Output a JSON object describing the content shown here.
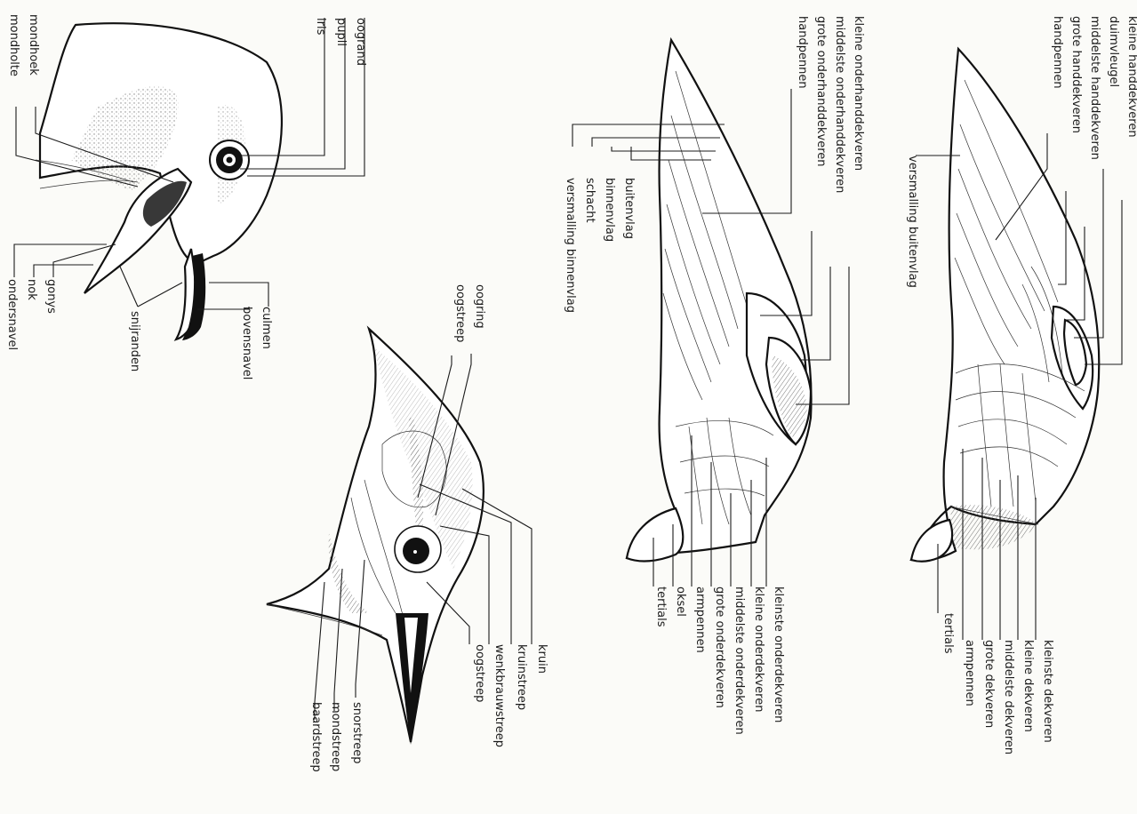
{
  "head_large": {
    "oogrand": "oogrand",
    "pupil": "pupil",
    "iris": "iris",
    "mondhoek": "mondhoek",
    "mondholte": "mondholte",
    "gonys": "gonys",
    "nok": "nok",
    "ondersnavel": "ondersnavel",
    "snijranden": "snijranden",
    "culmen": "culmen",
    "bovensnavel": "bovensnavel"
  },
  "head_small": {
    "oogring": "oogring",
    "oogstreep_top": "oogstreep",
    "kruin": "kruin",
    "kruinstreep": "kruinstreep",
    "wenkbrauwstreep": "wenkbrauwstreep",
    "oogstreep_bottom": "oogstreep",
    "snorstreep": "snorstreep",
    "mondstreep": "mondstreep",
    "baardstreep": "baardstreep"
  },
  "wing_under": {
    "kleine_onderhanddekveren": "kleine onderhanddekveren",
    "middelste_onderhanddekveren": "middelste onderhanddekveren",
    "grote_onderhanddekveren": "grote onderhanddekveren",
    "handpennen": "handpennen",
    "buitenvlag": "buitenvlag",
    "binnenvlag": "binnenvlag",
    "schacht": "schacht",
    "versmalling_binnenvlag": "versmalling binnenvlag",
    "kleinste_onderdekveren": "kleinste onderdekveren",
    "kleine_onderdekveren": "kleine onderdekveren",
    "middelste_onderdekveren": "middelste onderdekveren",
    "grote_onderdekveren": "grote onderdekveren",
    "armpennen": "armpennen",
    "oksel": "oksel",
    "tertials": "tertials"
  },
  "wing_upper": {
    "kleine_handdekveren": "kleine handdekveren",
    "duimvleugel": "duimvleugel",
    "middelste_handdekveren": "middelste handdekveren",
    "grote_handdekveren": "grote handdekveren",
    "handpennen": "handpennen",
    "versmalling_buitenvlag": "versmalling buitenvlag",
    "kleinste_dekveren": "kleinste dekveren",
    "kleine_dekveren": "kleine dekveren",
    "middelste_dekveren": "middelste dekveren",
    "grote_dekveren": "grote dekveren",
    "armpennen": "armpennen",
    "tertials": "tertials"
  }
}
